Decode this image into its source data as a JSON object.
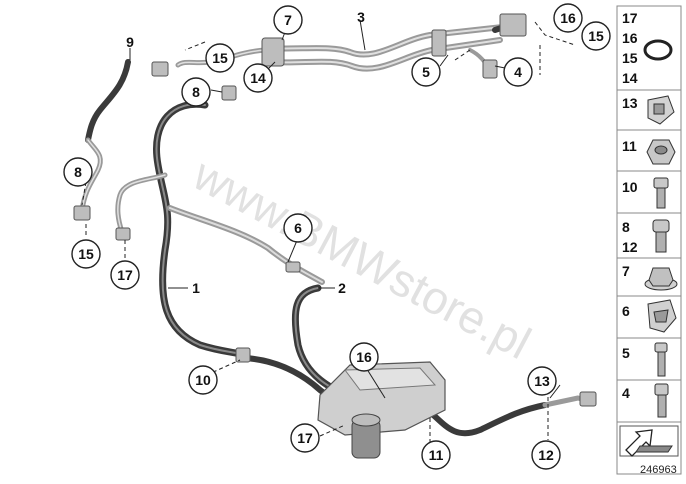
{
  "watermark": "www.BMWstore.pl",
  "diagram_number": "246963",
  "callouts": {
    "c7": "7",
    "c15a": "15",
    "c14": "14",
    "c8a": "8",
    "c5": "5",
    "c4": "4",
    "c16a": "16",
    "c15b": "15",
    "c8b": "8",
    "c15c": "15",
    "c17a": "17",
    "c6": "6",
    "c10": "10",
    "c16b": "16",
    "c13": "13",
    "c17b": "17",
    "c11": "11",
    "c12": "12"
  },
  "labels": {
    "l3": "3",
    "l9": "9",
    "l1": "1",
    "l2": "2"
  },
  "legend": {
    "top": [
      "17",
      "16",
      "15",
      "14"
    ],
    "items": [
      {
        "num": "13",
        "icon": "nut-clip-icon"
      },
      {
        "num": "11",
        "icon": "hex-nut-icon"
      },
      {
        "num": "10",
        "icon": "bolt-icon"
      },
      {
        "num_a": "8",
        "num_b": "12",
        "icon": "bolt-icon"
      },
      {
        "num": "7",
        "icon": "collar-nut-icon"
      },
      {
        "num": "6",
        "icon": "clip-icon"
      },
      {
        "num": "5",
        "icon": "bolt-icon"
      },
      {
        "num": "4",
        "icon": "bolt-icon"
      }
    ]
  }
}
